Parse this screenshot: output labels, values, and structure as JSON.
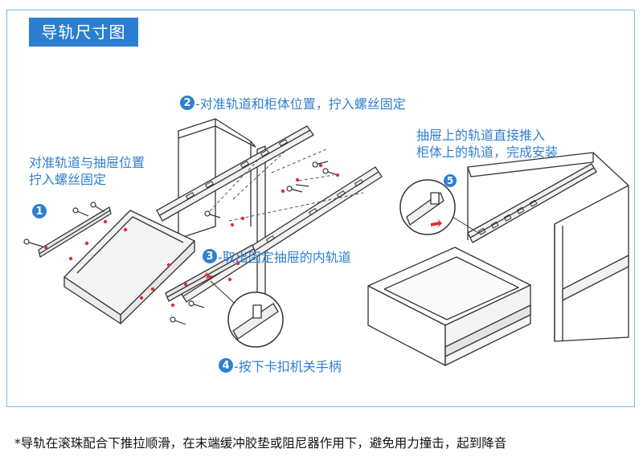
{
  "title": "导轨尺寸图",
  "steps": {
    "s1": {
      "num": "1",
      "line1": "对准轨道与抽屉位置",
      "line2": "拧入螺丝固定"
    },
    "s2": {
      "num": "2",
      "text": "-对准轨道和柜体位置，拧入螺丝固定"
    },
    "s3": {
      "num": "3",
      "text": "-取出固定抽屉的内轨道"
    },
    "s4": {
      "num": "4",
      "text": "-按下卡扣机关手柄"
    },
    "s5": {
      "num": "5",
      "line1": "抽屉上的轨道直接推入",
      "line2": "柜体上的轨道，完成安装"
    }
  },
  "footnote": "*导轨在滚珠配合下推拉顺滑，在末端缓冲胶垫或阻尼器作用下，避免用力撞击，起到降音",
  "colors": {
    "accent": "#2f7fd0",
    "line": "#333333",
    "panel": "#f1f1f1",
    "marker": "#e23030"
  }
}
